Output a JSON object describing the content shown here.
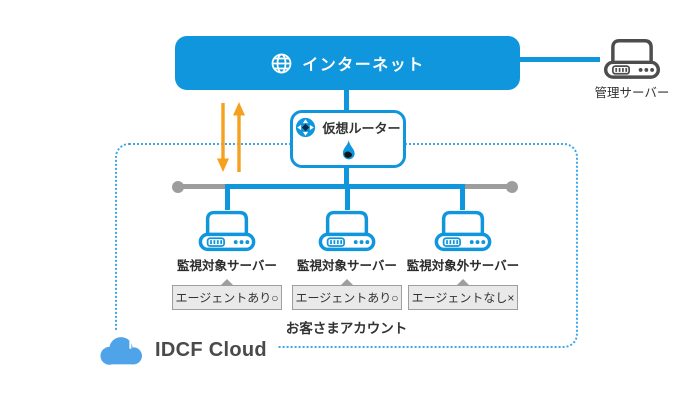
{
  "colors": {
    "primary_blue": "#1096dc",
    "dashed_border_blue": "#3fa6e8",
    "arrow_orange": "#f5a01e",
    "bus_gray": "#9d9d9d",
    "agent_box_bg": "#e9e9e9",
    "agent_box_border": "#9e9e9e",
    "text_dark": "#333333",
    "logo_blue": "#4fa3e8",
    "logo_text_gray": "#4a4a4a"
  },
  "diagram": {
    "internet": {
      "label": "インターネット",
      "icon": "globe-icon"
    },
    "management_server": {
      "label": "管理サーバー",
      "icon": "server-icon"
    },
    "virtual_router": {
      "label": "仮想ルーター",
      "icons": [
        "router-icon",
        "flame-icon"
      ]
    },
    "servers": [
      {
        "label": "監視対象サーバー",
        "agent": "エージェントあり○"
      },
      {
        "label": "監視対象サーバー",
        "agent": "エージェントあり○"
      },
      {
        "label": "監視対象外サーバー",
        "agent": "エージェントなし×"
      }
    ],
    "account_label": "お客さまアカウント",
    "logo_text": "IDCF Cloud"
  }
}
